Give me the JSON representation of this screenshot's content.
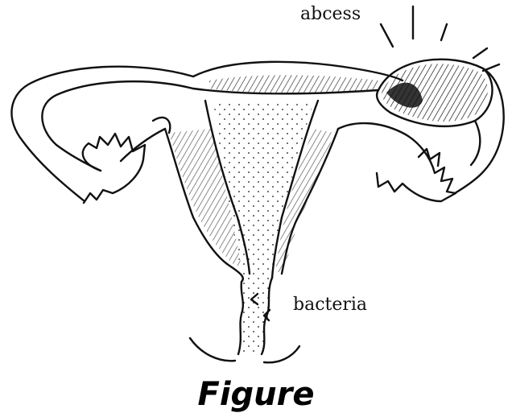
{
  "labels": {
    "abcess": "abcess",
    "bacteria": "bacteria"
  },
  "caption": "Figure",
  "colors": {
    "ink": "#111111",
    "background": "#ffffff"
  }
}
